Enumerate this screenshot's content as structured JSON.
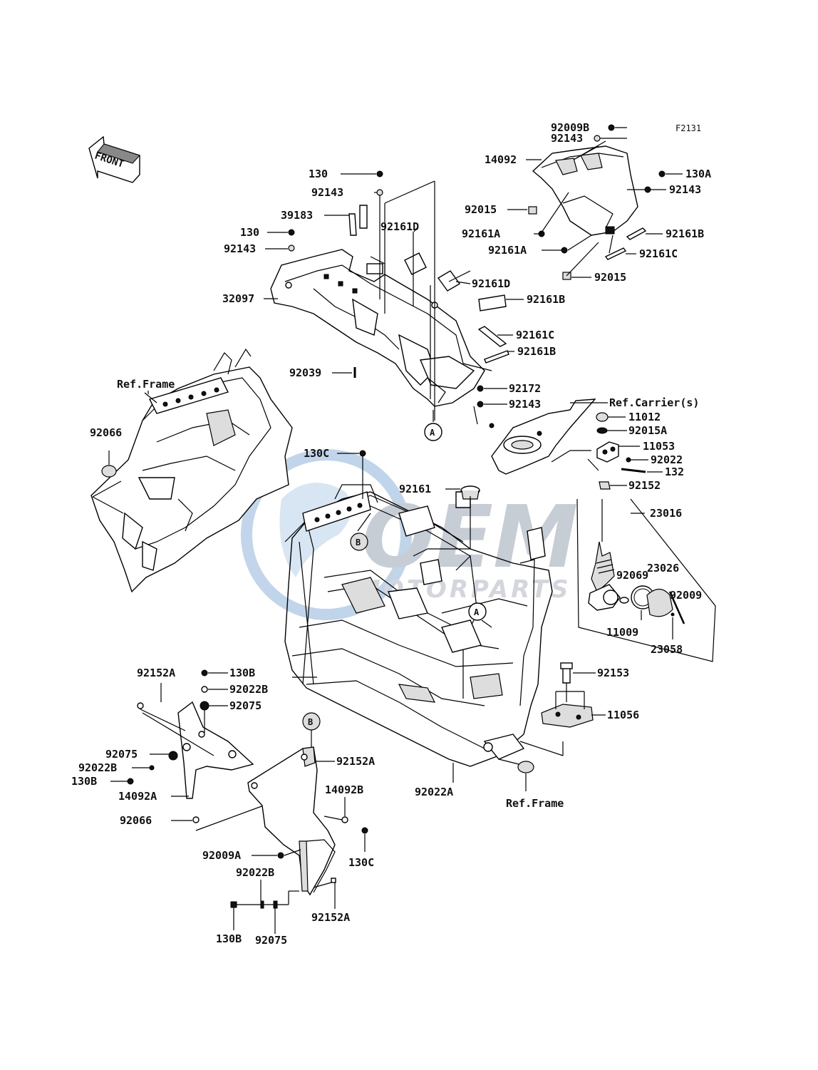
{
  "figure_id": "F2131",
  "front_label": "FRONT",
  "watermark": {
    "brand": "OEM",
    "sub": "MOTORPARTS",
    "color": "#8fb3d9"
  },
  "callouts": {
    "a1": "A",
    "a2": "A",
    "b1": "B",
    "b2": "B"
  },
  "labels": [
    "92009B",
    "92143",
    "14092",
    "130A",
    "92143",
    "92015",
    "92161A",
    "92161B",
    "92161A",
    "92161C",
    "92015",
    "130",
    "92143",
    "39183",
    "130",
    "92143",
    "92161D",
    "32097",
    "92161D",
    "92161B",
    "92161C",
    "92161B",
    "92039",
    "92172",
    "92143",
    "Ref.Frame",
    "Ref.Carrier(s)",
    "11012",
    "92015A",
    "11053",
    "92022",
    "132",
    "92152",
    "92066",
    "130C",
    "92161",
    "23016",
    "92069",
    "23026",
    "92009",
    "11009",
    "23058",
    "92153",
    "11056",
    "92152A",
    "130B",
    "92022B",
    "92075",
    "92075",
    "92022B",
    "130B",
    "14092A",
    "92152A",
    "14092B",
    "92022A",
    "Ref.Frame",
    "92066",
    "92009A",
    "130C",
    "92022B",
    "92152A",
    "130B",
    "92075"
  ]
}
